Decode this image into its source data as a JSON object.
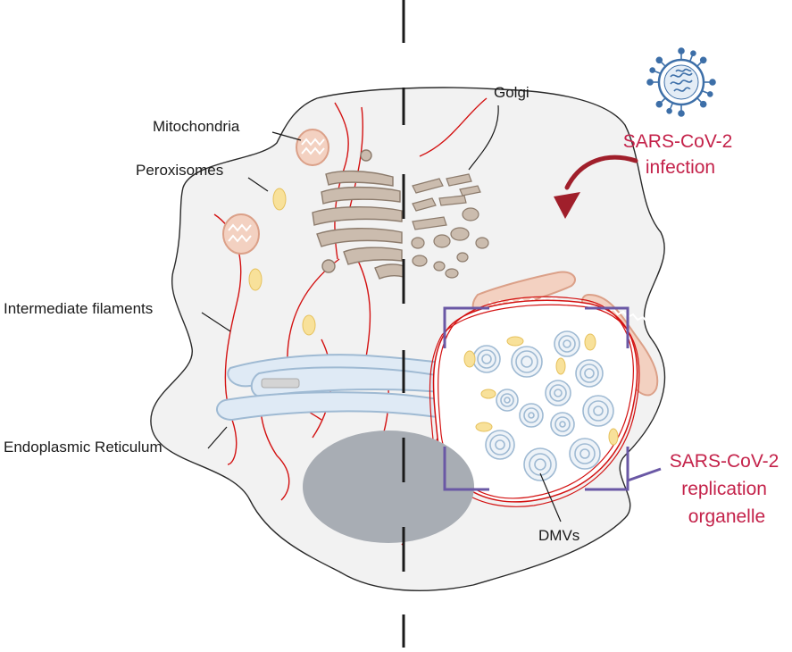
{
  "labels": {
    "mitochondria": "Mitochondria",
    "peroxisomes": "Peroxisomes",
    "intermediate_filaments": "Intermediate filaments",
    "endoplasmic_reticulum": "Endoplasmic Reticulum",
    "golgi": "Golgi",
    "dmvs": "DMVs"
  },
  "infection_label": [
    "SARS-CoV-2",
    "infection"
  ],
  "replication_label": [
    "SARS-CoV-2",
    "replication",
    "organelle"
  ],
  "colors": {
    "cell_fill": "#f2f2f2",
    "cell_outline": "#2a2a2a",
    "filament": "#d31212",
    "golgi": "#cbbcae",
    "golgi_outline": "#8c7b6c",
    "mito_fill": "#f3d1c1",
    "mito_outline": "#dba088",
    "peroxisome": "#f8e19a",
    "er_fill": "#dfeaf5",
    "er_outline": "#9fbad3",
    "nucleus": "#a8adb4",
    "bracket": "#6a58a5",
    "accent_text": "#c4224a",
    "arrow": "#a01f2b",
    "virus": "#3d6fa8"
  },
  "icons": [
    "virus-icon",
    "curved-arrow-icon"
  ]
}
